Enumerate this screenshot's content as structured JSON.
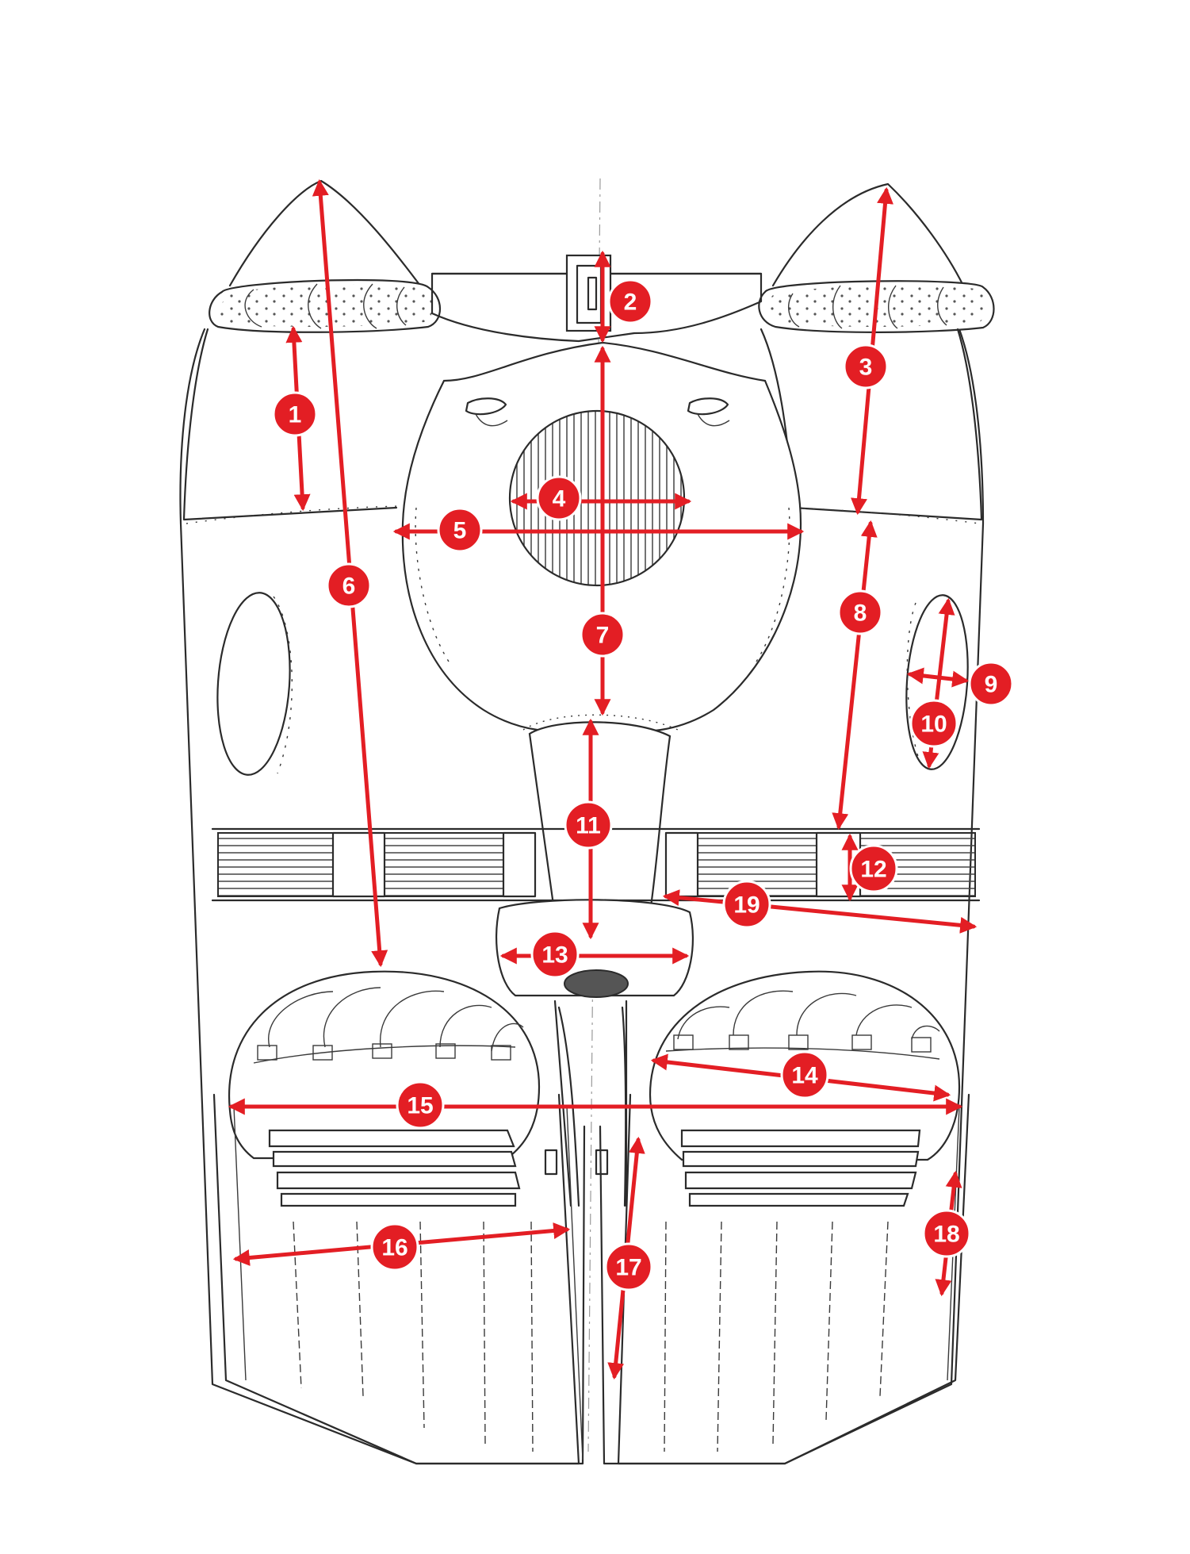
{
  "diagram": {
    "accent_color": "#e31e24",
    "line_color": "#2b2b2b",
    "markers": [
      {
        "id": "1",
        "label": "1"
      },
      {
        "id": "2",
        "label": "2"
      },
      {
        "id": "3",
        "label": "3"
      },
      {
        "id": "4",
        "label": "4"
      },
      {
        "id": "5",
        "label": "5"
      },
      {
        "id": "6",
        "label": "6"
      },
      {
        "id": "7",
        "label": "7"
      },
      {
        "id": "8",
        "label": "8"
      },
      {
        "id": "9",
        "label": "9"
      },
      {
        "id": "10",
        "label": "10"
      },
      {
        "id": "11",
        "label": "11"
      },
      {
        "id": "12",
        "label": "12"
      },
      {
        "id": "13",
        "label": "13"
      },
      {
        "id": "14",
        "label": "14"
      },
      {
        "id": "15",
        "label": "15"
      },
      {
        "id": "16",
        "label": "16"
      },
      {
        "id": "17",
        "label": "17"
      },
      {
        "id": "18",
        "label": "18"
      },
      {
        "id": "19",
        "label": "19"
      }
    ]
  }
}
